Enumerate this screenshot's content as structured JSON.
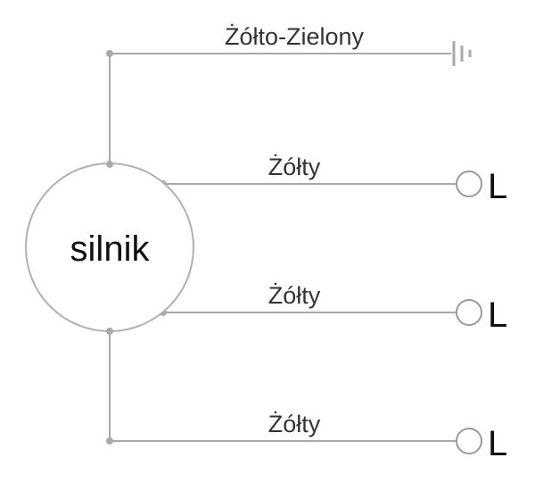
{
  "motor": {
    "label": "silnik"
  },
  "wires": [
    {
      "label": "Żółto-Zielony",
      "terminal": "ground"
    },
    {
      "label": "Żółty",
      "terminal": "L"
    },
    {
      "label": "Żółty",
      "terminal": "L"
    },
    {
      "label": "Żółty",
      "terminal": "L"
    }
  ],
  "icons": {
    "ground": "ground-symbol-icon",
    "terminal": "terminal-circle-icon"
  },
  "colors": {
    "wire": "#a9a9a9",
    "text": "#111111"
  }
}
